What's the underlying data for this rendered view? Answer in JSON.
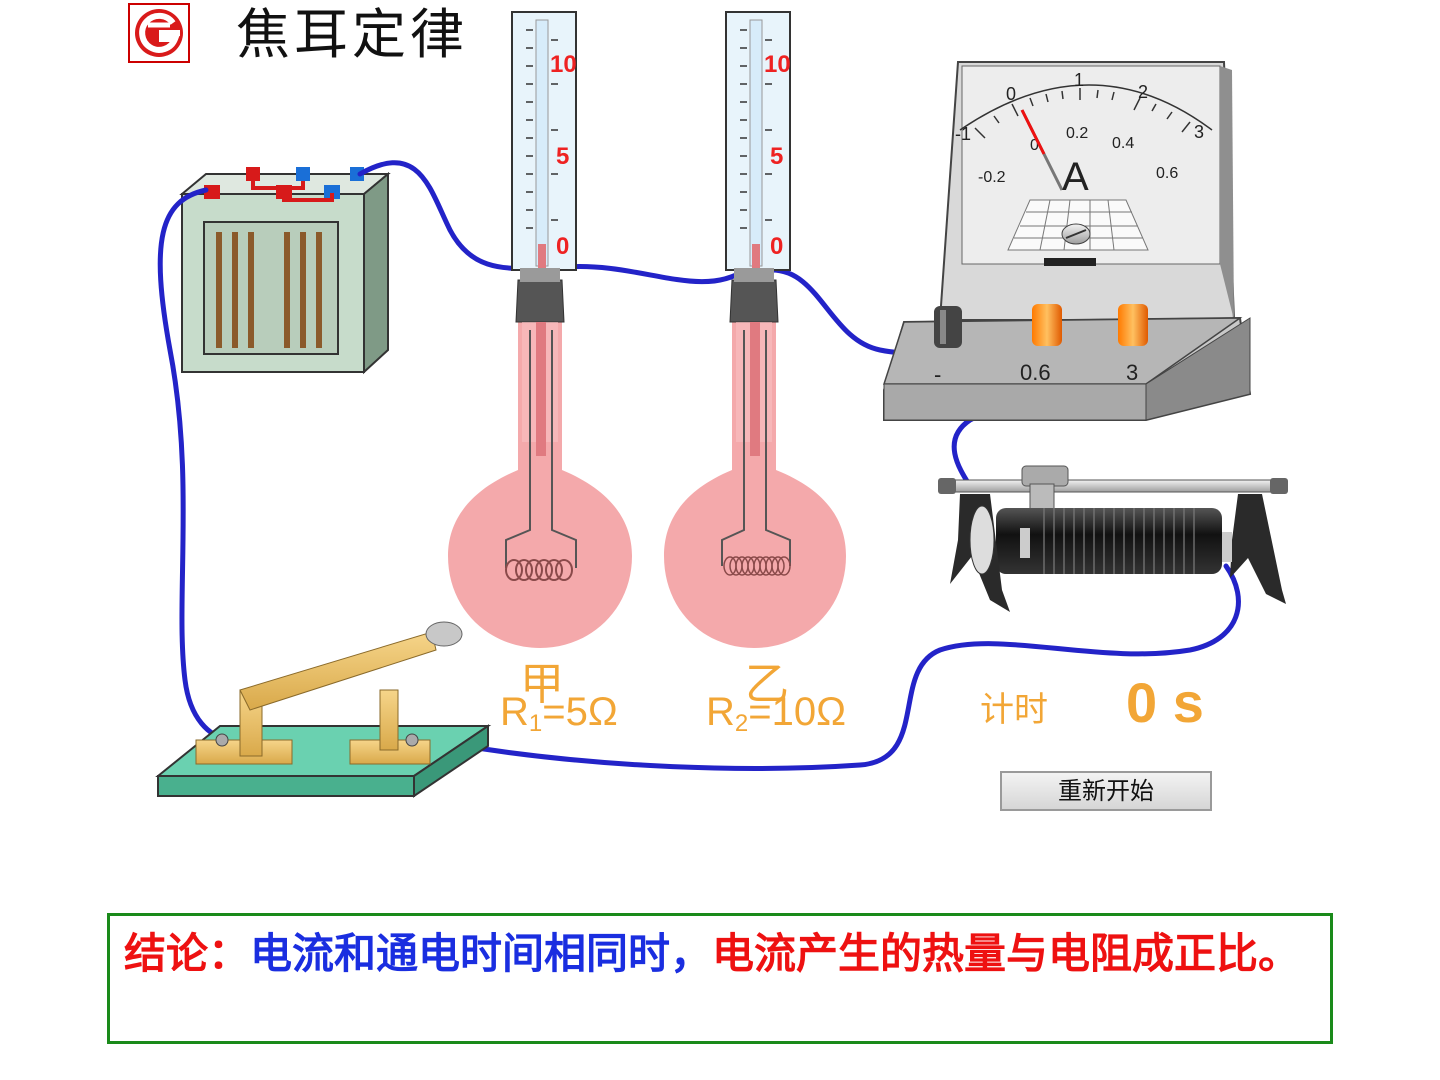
{
  "header": {
    "title": "焦耳定律",
    "logo_icon": "logo-icon"
  },
  "thermometers": {
    "scale_labels": [
      "10",
      "5",
      "0"
    ]
  },
  "flasks": [
    {
      "name": "甲",
      "r_prefix": "R",
      "r_sub": "1",
      "r_value": "=5",
      "unit": "Ω"
    },
    {
      "name": "乙",
      "r_prefix": "R",
      "r_sub": "2",
      "r_value": "=10",
      "unit": "Ω"
    }
  ],
  "ammeter": {
    "unit": "A",
    "outer_scale": [
      "-1",
      "0",
      "1",
      "2",
      "3"
    ],
    "inner_scale": [
      "-0.2",
      "0",
      "0.2",
      "0.4",
      "0.6"
    ],
    "terminals": [
      "-",
      "0.6",
      "3"
    ]
  },
  "timer": {
    "label": "计时",
    "value": "0 s"
  },
  "controls": {
    "restart_label": "重新开始"
  },
  "conclusion": {
    "prefix": "结论：",
    "part_blue": "电流和通电时间相同时，",
    "part_red": "电流产生的热量与电阻成正比。"
  },
  "colors": {
    "wire": "#2323c8",
    "flask": "#f4a9ab",
    "accent_orange": "#f2a636",
    "conclusion_red": "#ee1111",
    "conclusion_blue": "#1a2ee0",
    "border_green": "#1a8a1a"
  }
}
